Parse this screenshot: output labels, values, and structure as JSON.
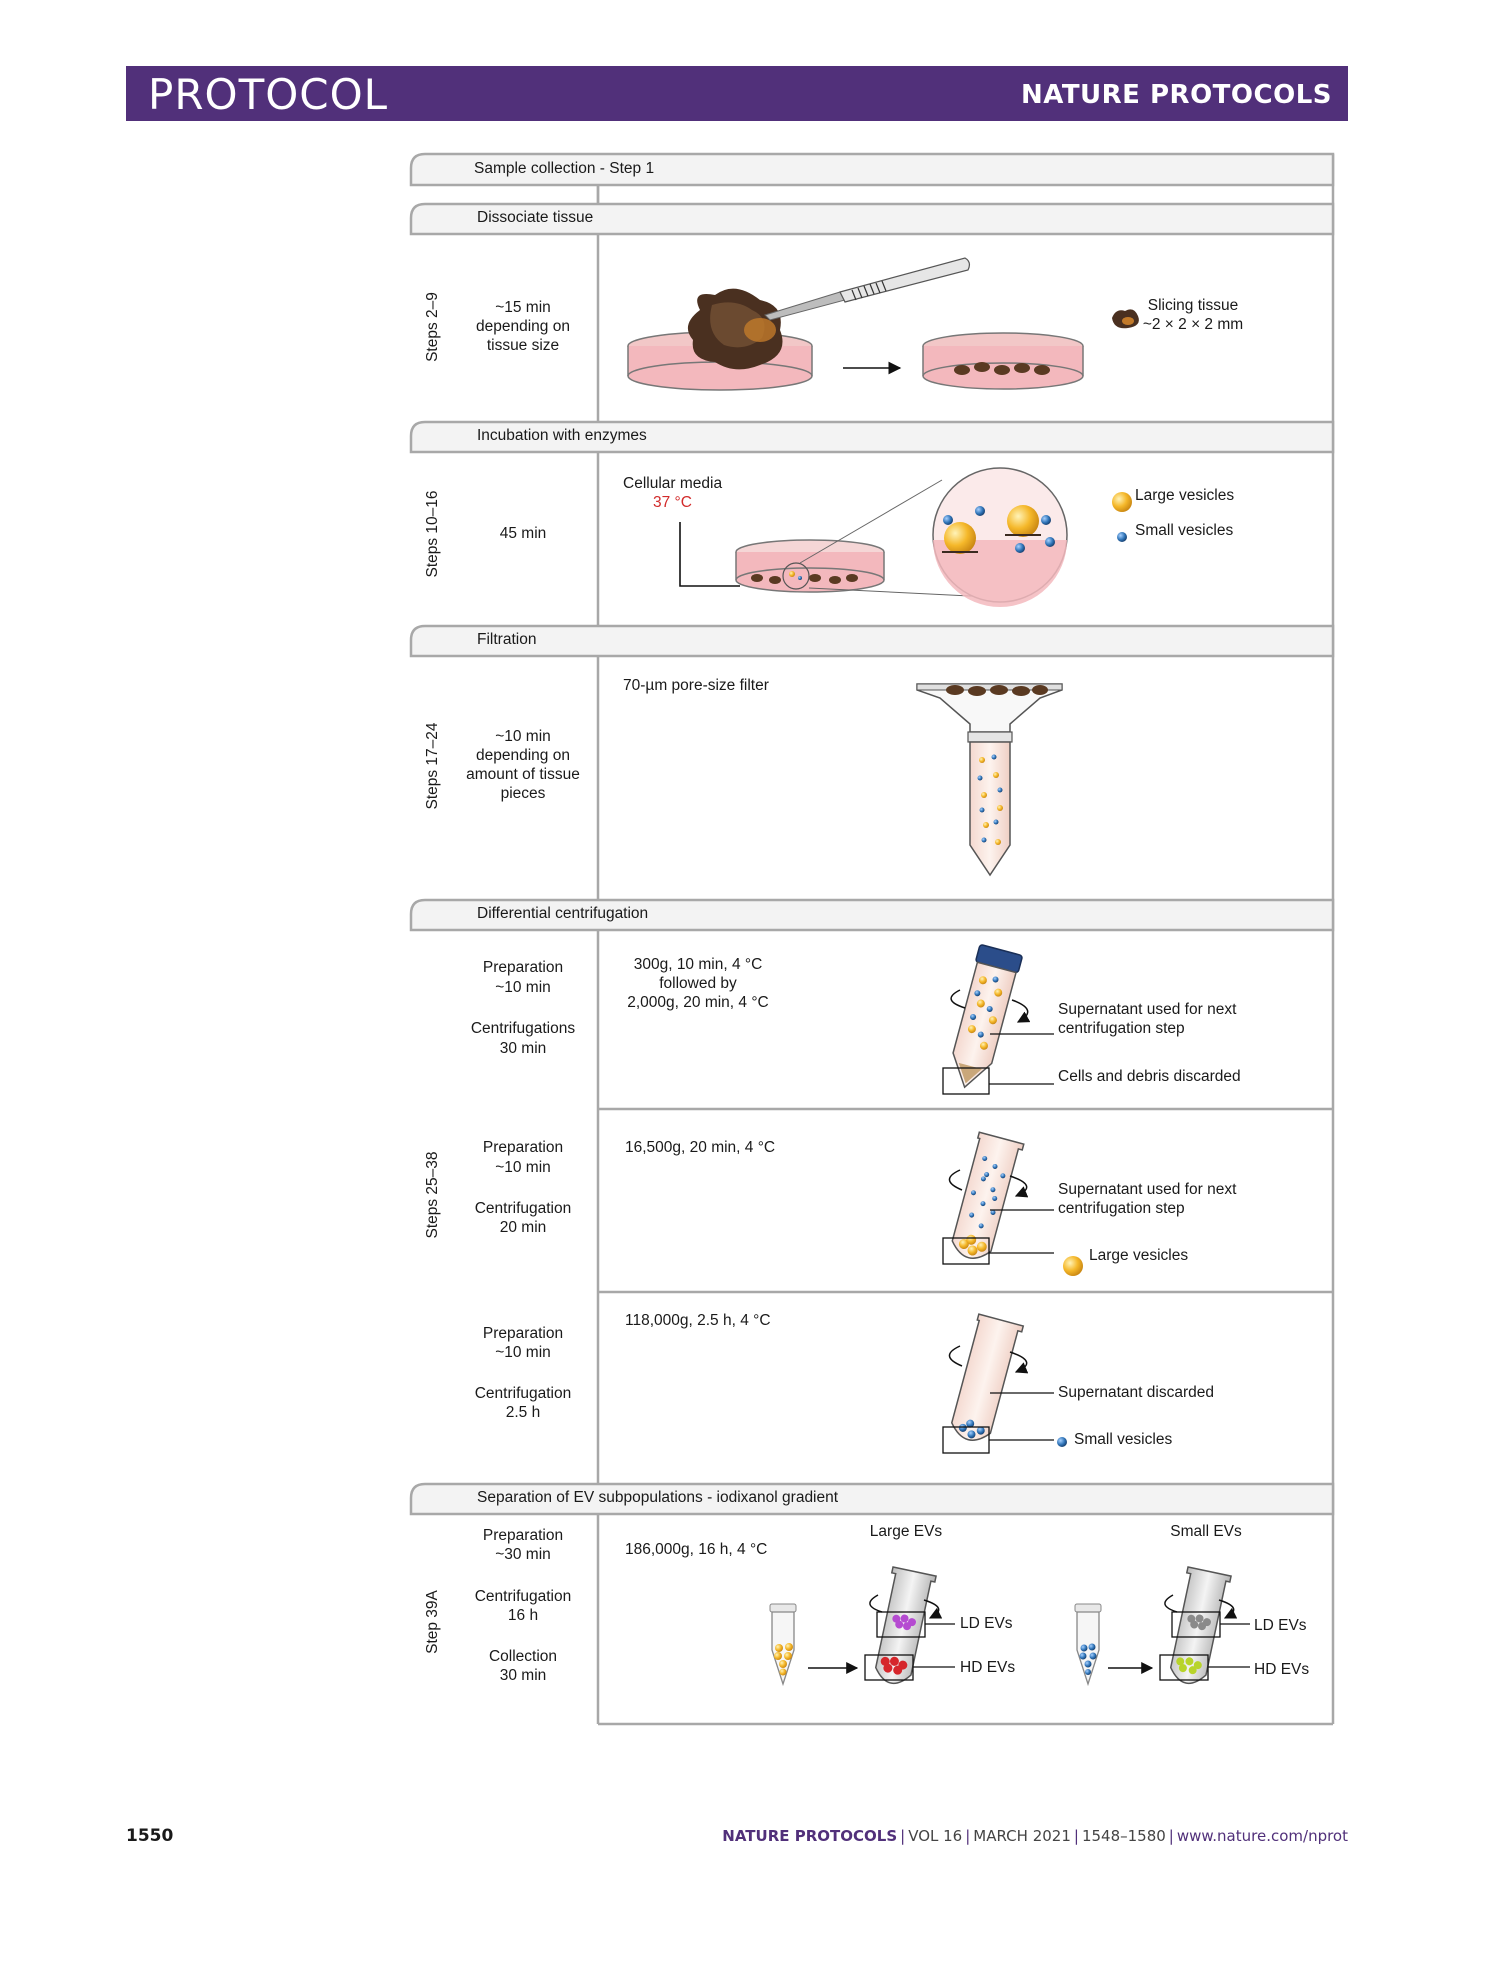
{
  "header": {
    "section": "PROTOCOL",
    "journal": "NATURE PROTOCOLS"
  },
  "figure": {
    "sample_collection": "Sample collection - Step 1",
    "sections": [
      {
        "title": "Dissociate tissue",
        "steps": "Steps 2–9",
        "time": [
          "~15 min",
          "depending on",
          "tissue size"
        ],
        "legend": [
          "Slicing tissue",
          "~2 × 2 × 2 mm"
        ]
      },
      {
        "title": "Incubation with enzymes",
        "steps": "Steps 10–16",
        "time": [
          "45 min"
        ],
        "media_label": "Cellular media",
        "temp": "37 °C",
        "legend_large": "Large vesicles",
        "legend_small": "Small vesicles"
      },
      {
        "title": "Filtration",
        "steps": "Steps 17–24",
        "time": [
          "~10 min",
          "depending on",
          "amount of tissue",
          "pieces"
        ],
        "filter_label": "70-µm pore-size filter"
      },
      {
        "title": "Differential centrifugation",
        "steps": "Steps 25–38",
        "rows": [
          {
            "prep": [
              "Preparation",
              "~10 min"
            ],
            "cent": [
              "Centrifugations",
              "30 min"
            ],
            "cond": [
              "300g, 10 min, 4 °C",
              "followed by",
              "2,000g, 20 min, 4 °C"
            ],
            "ann1": [
              "Supernatant used for next",
              "centrifugation step"
            ],
            "ann2": "Cells and debris discarded"
          },
          {
            "prep": [
              "Preparation",
              "~10 min"
            ],
            "cent": [
              "Centrifugation",
              "20 min"
            ],
            "cond": [
              "16,500g, 20 min, 4 °C"
            ],
            "ann1": [
              "Supernatant used for next",
              "centrifugation step"
            ],
            "ann2": "Large vesicles"
          },
          {
            "prep": [
              "Preparation",
              "~10 min"
            ],
            "cent": [
              "Centrifugation",
              "2.5 h"
            ],
            "cond": [
              "118,000g, 2.5 h, 4 °C"
            ],
            "ann1": [
              "Supernatant discarded"
            ],
            "ann2": "Small vesicles"
          }
        ]
      },
      {
        "title": "Separation of EV subpopulations - iodixanol gradient",
        "steps": "Step 39A",
        "time": [
          "Preparation",
          "~30 min",
          "Centrifugation",
          "16 h",
          "Collection",
          "30 min"
        ],
        "cond": "186,000g, 16 h, 4 °C",
        "large_evs": "Large EVs",
        "small_evs": "Small EVs",
        "ld": "LD EVs",
        "hd": "HD EVs"
      }
    ]
  },
  "footer": {
    "page": "1550",
    "journal": "NATURE PROTOCOLS",
    "volume": "VOL 16",
    "date": "MARCH 2021",
    "pages": "1548–1580",
    "url": "www.nature.com/nprot"
  },
  "colors": {
    "banner": "#51307a",
    "temp_red": "#d22b2b",
    "large_vesicle": "#f5b82a",
    "small_vesicle": "#2f74b8",
    "ld_ev": "#b54bd1",
    "hd_ev": "#d6262b"
  }
}
